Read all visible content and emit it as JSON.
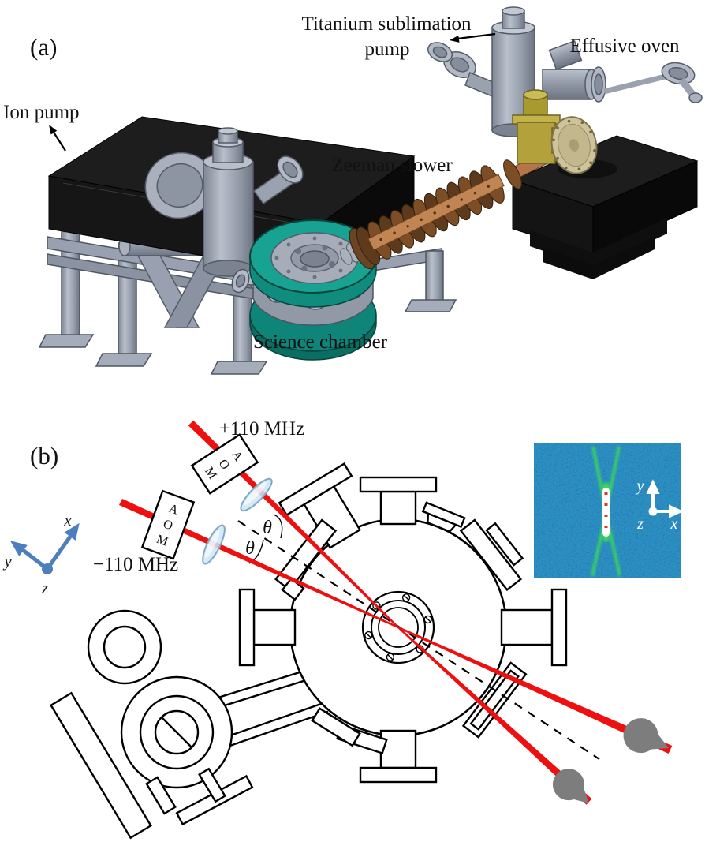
{
  "panel_a": {
    "tag": "(a)",
    "labels": {
      "ion_pump": "Ion pump",
      "titanium_line1": "Titanium sublimation",
      "titanium_line2": "pump",
      "effusive_oven": "Effusive oven",
      "zeeman_slower": "Zeeman slower",
      "science_chamber": "Science chamber"
    }
  },
  "panel_b": {
    "tag": "(b)",
    "beam_plus_label": "+110 MHz",
    "beam_minus_label": "−110 MHz",
    "aom_letters": [
      "A",
      "O",
      "M"
    ],
    "theta_symbol": "θ",
    "axes": {
      "x": "x",
      "y": "y",
      "z": "z"
    },
    "inset_axes": {
      "x": "x",
      "y": "y",
      "z": "z"
    }
  },
  "colors": {
    "laser_red": "#ee1010",
    "chamber_teal": "#17a291",
    "slower_copper": "#7d4e26",
    "valve_gold": "#b3a23c",
    "metal_gray": "#9aa2af",
    "pump_black": "#141414",
    "axes_blue": "#4d7fbe",
    "inset_background": "#1a2fb0",
    "inset_beam_green": "#3fe24c",
    "beam_dump_gray": "#7d7d7d",
    "lens_blue": "#cfe6f5"
  }
}
